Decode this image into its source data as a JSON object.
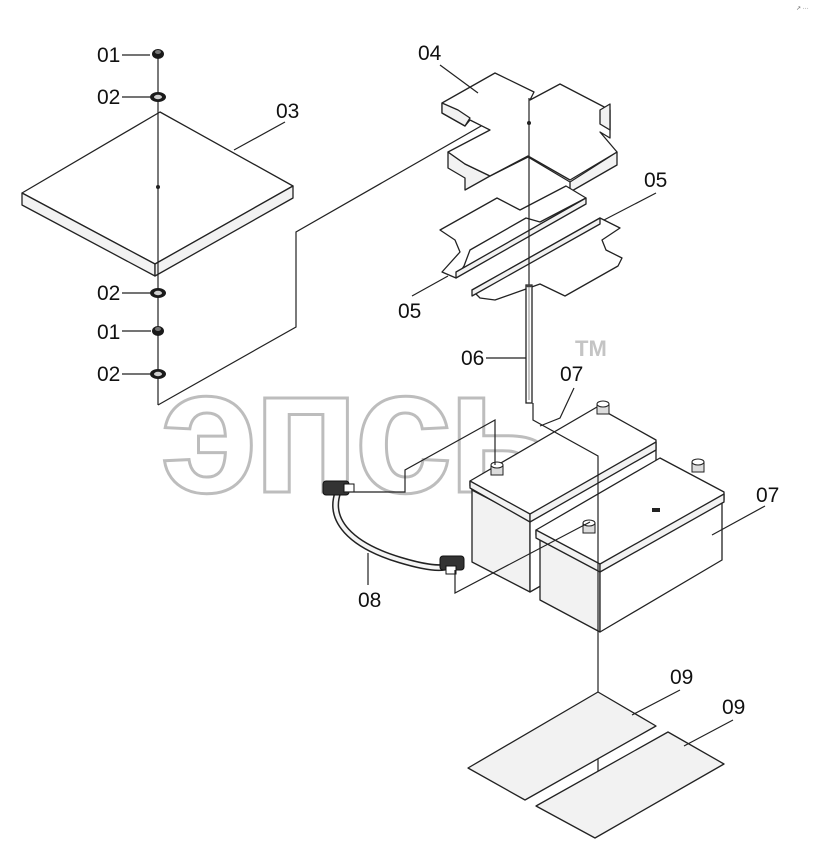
{
  "watermark": {
    "text": "эпсь",
    "trademark": "TM"
  },
  "corner_mark": "↗ ···",
  "labels": {
    "l01a": "01",
    "l02a": "02",
    "l03": "03",
    "l02b": "02",
    "l01b": "01",
    "l02c": "02",
    "l04": "04",
    "l05a": "05",
    "l05b": "05",
    "l06": "06",
    "l07a": "07",
    "l07b": "07",
    "l08": "08",
    "l09a": "09",
    "l09b": "09"
  }
}
